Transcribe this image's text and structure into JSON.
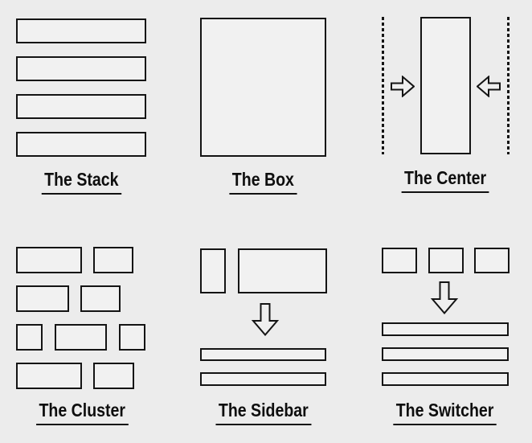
{
  "diagram": {
    "title_visible": false,
    "bg_color": "#ececec",
    "shape_fill": "#f1f1f1",
    "line_color": "#141414"
  },
  "panels": [
    {
      "id": "stack",
      "label": "The Stack",
      "description": "four stacked horizontal bars"
    },
    {
      "id": "box",
      "label": "The Box",
      "description": "single large square"
    },
    {
      "id": "center",
      "label": "The Center",
      "description": "tall rectangle between dotted margins with inward arrows"
    },
    {
      "id": "cluster",
      "label": "The Cluster",
      "description": "grid of mixed-width rectangles"
    },
    {
      "id": "sidebar",
      "label": "The Sidebar",
      "description": "narrow plus wide rectangle collapsing to full-width bars"
    },
    {
      "id": "switcher",
      "label": "The Switcher",
      "description": "three rectangles switching to stacked full-width bars"
    }
  ],
  "icons": {
    "right_arrow": "inward arrow pointing right",
    "left_arrow": "inward arrow pointing left",
    "down_arrow": "collapse arrow pointing down"
  }
}
